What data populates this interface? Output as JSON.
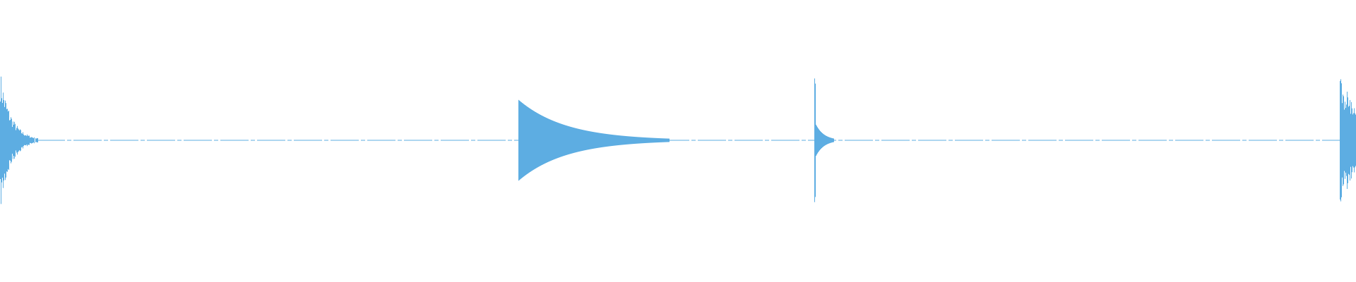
{
  "waveform": {
    "color": "#5dade2",
    "background": "#ffffff",
    "events": [
      {
        "onset": 0.0,
        "peak": 0.5,
        "decay": 0.008,
        "shape": "burst"
      },
      {
        "onset": 0.3818,
        "peak": 0.29,
        "decay": 0.035,
        "shape": "decay"
      },
      {
        "onset": 0.6005,
        "peak": 0.44,
        "decay": 0.006,
        "shape": "spike"
      },
      {
        "onset": 0.988,
        "peak": 0.46,
        "decay": 0.02,
        "shape": "burst"
      }
    ],
    "noise_floor": 0.012
  }
}
